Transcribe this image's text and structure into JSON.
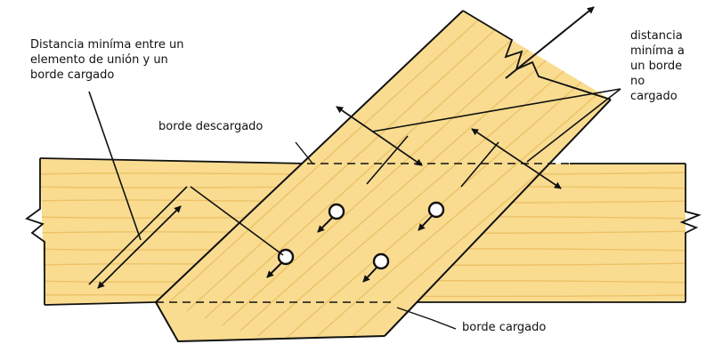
{
  "labels": {
    "loaded_edge_min_distance": [
      "Distancia miníma  entre un",
      "elemento de unión y un",
      "borde cargado"
    ],
    "unloaded_edge_min_distance": [
      "distancia",
      "miníma a",
      "un borde",
      "no",
      "cargado"
    ],
    "unloaded_edge": "borde descargado",
    "loaded_edge": "borde cargado"
  },
  "colors": {
    "wood": "#f9dc90",
    "wood_grain": "#ecc267",
    "outline": "#111111",
    "fastener_hole": "#ffffff"
  },
  "fasteners": {
    "count": 4,
    "icon": "bolt-hole-with-load-arrow"
  }
}
